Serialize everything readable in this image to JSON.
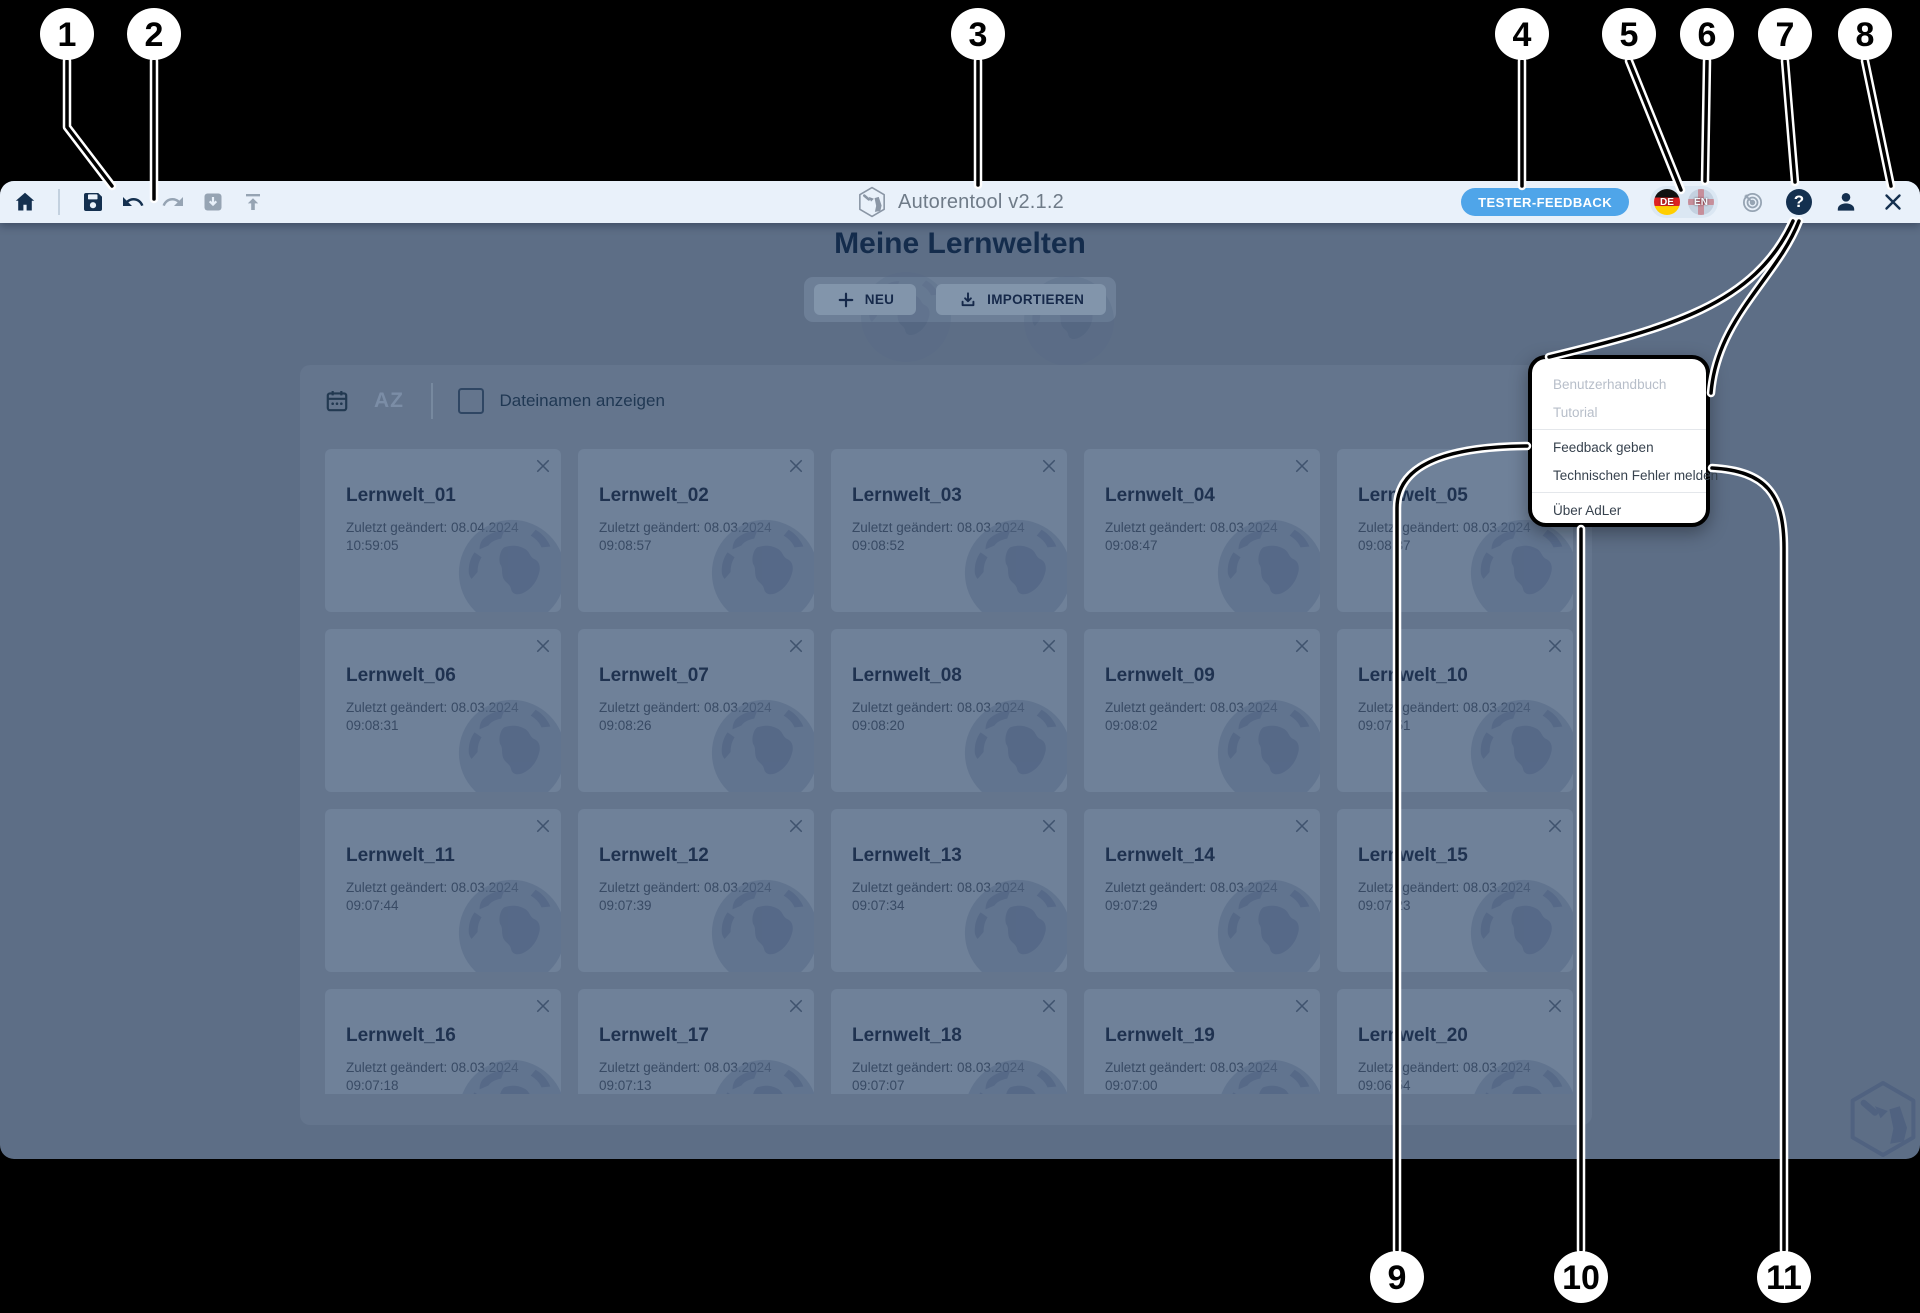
{
  "annotations": {
    "labels": [
      "1",
      "2",
      "3",
      "4",
      "5",
      "6",
      "7",
      "8",
      "9",
      "10",
      "11"
    ]
  },
  "window": {
    "title": "Autorentool v2.1.2",
    "logo_icon": "adler-cube-logo",
    "toolbar": {
      "left_icons": [
        "home-icon",
        "save-icon",
        "undo-icon",
        "redo-icon",
        "import-box-icon",
        "publish-icon"
      ],
      "feedback_button": "TESTER-FEEDBACK",
      "language_toggle": {
        "de": "DE",
        "en": "EN"
      },
      "right_icons": [
        "target-icon",
        "help-icon",
        "user-icon",
        "close-icon"
      ]
    }
  },
  "main": {
    "heading": "Meine Lernwelten",
    "new_button": "NEU",
    "import_button": "IMPORTIEREN",
    "sort_date_icon": "calendar-icon",
    "sort_alpha_label": "AZ",
    "show_filenames_label": "Dateinamen anzeigen"
  },
  "cards": [
    {
      "title": "Lernwelt_01",
      "modified": "Zuletzt geändert: 08.04.2024 10:59:05"
    },
    {
      "title": "Lernwelt_02",
      "modified": "Zuletzt geändert: 08.03.2024 09:08:57"
    },
    {
      "title": "Lernwelt_03",
      "modified": "Zuletzt geändert: 08.03.2024 09:08:52"
    },
    {
      "title": "Lernwelt_04",
      "modified": "Zuletzt geändert: 08.03.2024 09:08:47"
    },
    {
      "title": "Lernwelt_05",
      "modified": "Zuletzt geändert: 08.03.2024 09:08:37"
    },
    {
      "title": "Lernwelt_06",
      "modified": "Zuletzt geändert: 08.03.2024 09:08:31"
    },
    {
      "title": "Lernwelt_07",
      "modified": "Zuletzt geändert: 08.03.2024 09:08:26"
    },
    {
      "title": "Lernwelt_08",
      "modified": "Zuletzt geändert: 08.03.2024 09:08:20"
    },
    {
      "title": "Lernwelt_09",
      "modified": "Zuletzt geändert: 08.03.2024 09:08:02"
    },
    {
      "title": "Lernwelt_10",
      "modified": "Zuletzt geändert: 08.03.2024 09:07:51"
    },
    {
      "title": "Lernwelt_11",
      "modified": "Zuletzt geändert: 08.03.2024 09:07:44"
    },
    {
      "title": "Lernwelt_12",
      "modified": "Zuletzt geändert: 08.03.2024 09:07:39"
    },
    {
      "title": "Lernwelt_13",
      "modified": "Zuletzt geändert: 08.03.2024 09:07:34"
    },
    {
      "title": "Lernwelt_14",
      "modified": "Zuletzt geändert: 08.03.2024 09:07:29"
    },
    {
      "title": "Lernwelt_15",
      "modified": "Zuletzt geändert: 08.03.2024 09:07:23"
    },
    {
      "title": "Lernwelt_16",
      "modified": "Zuletzt geändert: 08.03.2024 09:07:18"
    },
    {
      "title": "Lernwelt_17",
      "modified": "Zuletzt geändert: 08.03.2024 09:07:13"
    },
    {
      "title": "Lernwelt_18",
      "modified": "Zuletzt geändert: 08.03.2024 09:07:07"
    },
    {
      "title": "Lernwelt_19",
      "modified": "Zuletzt geändert: 08.03.2024 09:07:00"
    },
    {
      "title": "Lernwelt_20",
      "modified": "Zuletzt geändert: 08.03.2024 09:06:54"
    }
  ],
  "help_menu": {
    "items": [
      {
        "label": "Benutzerhandbuch",
        "disabled": true
      },
      {
        "label": "Tutorial",
        "disabled": true,
        "divider_after": true
      },
      {
        "label": "Feedback geben",
        "disabled": false
      },
      {
        "label": "Technischen Fehler melden",
        "disabled": false,
        "divider_after": true
      },
      {
        "label": "Über AdLer",
        "disabled": false
      }
    ]
  },
  "colors": {
    "accent_blue": "#4fa5e9",
    "toolbar_bg": "#e9f1fa",
    "icon_navy": "#14304f",
    "dim_background": "#5d6e86"
  }
}
